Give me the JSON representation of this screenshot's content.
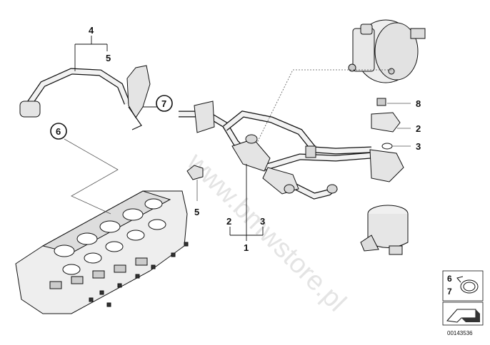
{
  "diagram": {
    "callouts": {
      "c4_top": "4",
      "c5_top": "5",
      "c6_circled": "6",
      "c7_circled": "7",
      "c8_right": "8",
      "c2_right": "2",
      "c3_right": "3",
      "c5_bottom": "5",
      "c2_bottom": "2",
      "c3_bottom": "3",
      "c1_bottom": "1"
    },
    "legend": {
      "n6": "6",
      "n7": "7"
    },
    "document_number": "00143536",
    "watermark": "www.bmwstore.pl"
  },
  "colors": {
    "line": "#111111",
    "part_fill": "#e8e8e8",
    "dark_fill": "#333333",
    "leader": "#555555"
  }
}
